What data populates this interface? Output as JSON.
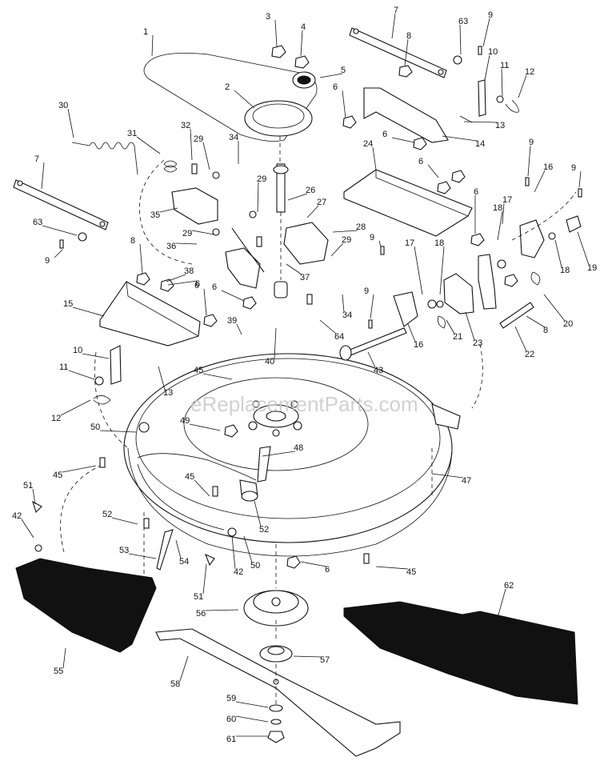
{
  "watermark": "eReplacementParts.com",
  "callouts": [
    "1",
    "2",
    "3",
    "4",
    "5",
    "6",
    "7",
    "8",
    "9",
    "10",
    "11",
    "12",
    "13",
    "14",
    "15",
    "16",
    "17",
    "18",
    "19",
    "20",
    "21",
    "22",
    "23",
    "24",
    "26",
    "27",
    "28",
    "29",
    "30",
    "31",
    "32",
    "34",
    "35",
    "36",
    "37",
    "38",
    "39",
    "40",
    "42",
    "43",
    "45",
    "47",
    "48",
    "49",
    "50",
    "51",
    "52",
    "53",
    "54",
    "55",
    "56",
    "57",
    "58",
    "59",
    "60",
    "61",
    "62",
    "63",
    "64"
  ]
}
